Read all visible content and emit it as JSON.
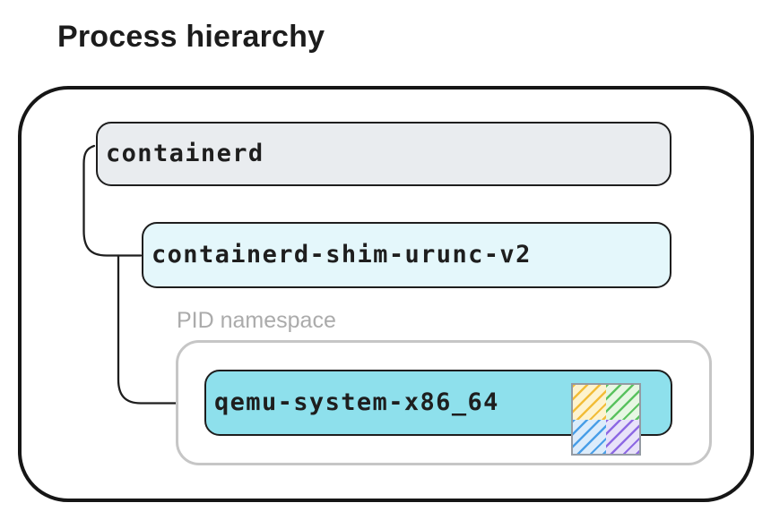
{
  "title": "Process hierarchy",
  "diagram": {
    "host_box": {
      "border_color": "#161616"
    },
    "nodes": {
      "containerd": {
        "label": "containerd",
        "fill": "#e9ecef"
      },
      "shim": {
        "label": "containerd-shim-urunc-v2",
        "fill": "#e4f7fb"
      },
      "qemu": {
        "label": "qemu-system-x86_64",
        "fill": "#8ee0ec"
      }
    },
    "pid_namespace": {
      "label": "PID namespace",
      "label_color": "#ababab",
      "border_color": "#c6c6c6"
    },
    "edges": [
      {
        "from": "containerd",
        "to": "containerd-shim-urunc-v2"
      },
      {
        "from": "containerd",
        "to": "qemu-system-x86_64"
      }
    ],
    "edge_color": "#1e1e1e",
    "vm_icon": {
      "name": "vm-hatched-square-icon",
      "quadrants": [
        {
          "name": "yellow",
          "bg": "#fdf3cf",
          "line": "#f2bd39"
        },
        {
          "name": "green",
          "bg": "#e7f7e3",
          "line": "#5bc360"
        },
        {
          "name": "blue",
          "bg": "#dcecfb",
          "line": "#4a9fe8"
        },
        {
          "name": "purple",
          "bg": "#e8e2f9",
          "line": "#8e6ae4"
        }
      ],
      "border_color": "#949ba3"
    }
  }
}
